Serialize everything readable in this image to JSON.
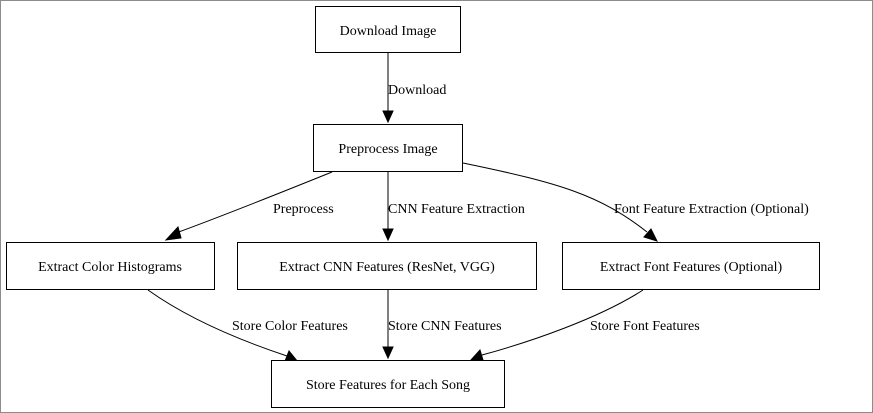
{
  "nodes": {
    "download": "Download Image",
    "preprocess": "Preprocess Image",
    "color": "Extract Color Histograms",
    "cnn": "Extract CNN Features (ResNet, VGG)",
    "font": "Extract Font Features (Optional)",
    "store": "Store Features for Each Song"
  },
  "edges": {
    "download_to_preprocess": "Download",
    "preprocess_to_color": "Preprocess",
    "preprocess_to_cnn": "CNN Feature Extraction",
    "preprocess_to_font": "Font Feature Extraction (Optional)",
    "color_to_store": "Store Color Features",
    "cnn_to_store": "Store CNN Features",
    "font_to_store": "Store Font Features"
  }
}
